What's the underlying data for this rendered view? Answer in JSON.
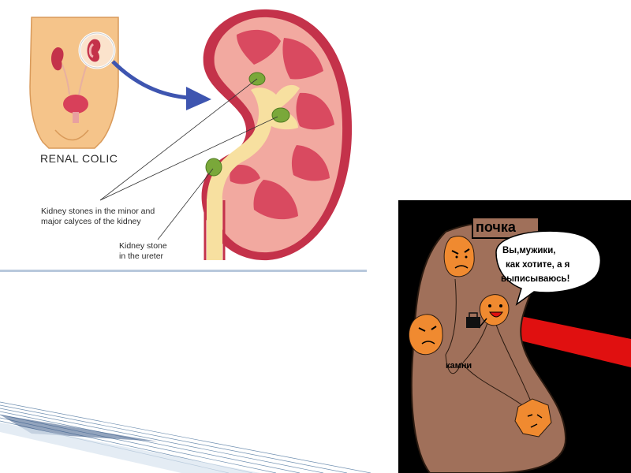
{
  "figure_left": {
    "title": "RENAL COLIC",
    "label_calyces_line1": "Kidney stones in the minor and",
    "label_calyces_line2": "major calyces of the kidney",
    "label_ureter_line1": "Kidney stone",
    "label_ureter_line2": "in the ureter"
  },
  "figure_right": {
    "organ_label": "почка",
    "speech_line1": "Вы,мужики,",
    "speech_line2": "как хотите, а я",
    "speech_line3": "выписываюсь!",
    "stones_label": "камни"
  },
  "colors": {
    "skin": "#f5c48a",
    "kidney_outer": "#c4324a",
    "kidney_pink": "#f2a9a0",
    "stone_green": "#7aa83a",
    "arrow_blue": "#3e55b0",
    "cartoon_kidney": "#a0705a",
    "cartoon_stone": "#f08a30",
    "ureter_red": "#e01010"
  }
}
